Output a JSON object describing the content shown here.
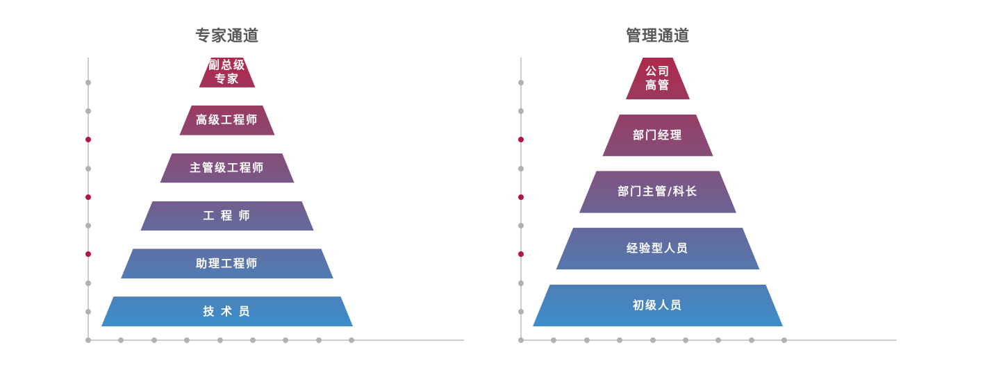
{
  "page": {
    "background": "#ffffff",
    "description": "Dual career path pyramid diagram with decorative dotted axes"
  },
  "colors": {
    "pyramid_gradient_top": "#ae294b",
    "pyramid_gradient_bottom": "#3d8dc9",
    "axis_line": "#cdcdcd",
    "dot_gray": "#b1b1b1",
    "dot_red": "#b01748",
    "title_text": "#595757",
    "level_label_text": "#ffffff"
  },
  "axes": {
    "vertical_dot_count": 10,
    "horizontal_dot_count": 9,
    "red_dot_positions_from_top": [
      3,
      5,
      7
    ]
  },
  "charts": [
    {
      "title": "专家通道",
      "levels": [
        {
          "lines": [
            "副总级",
            "专家"
          ]
        },
        {
          "lines": [
            "高级工程师"
          ]
        },
        {
          "lines": [
            "主管级工程师"
          ]
        },
        {
          "lines": [
            "工 程 师"
          ]
        },
        {
          "lines": [
            "助理工程师"
          ]
        },
        {
          "lines": [
            "技 术 员"
          ]
        }
      ]
    },
    {
      "title": "管理通道",
      "levels": [
        {
          "lines": [
            "公司",
            "高管"
          ]
        },
        {
          "lines": [
            "部门经理"
          ]
        },
        {
          "lines": [
            "部门主管/科长"
          ]
        },
        {
          "lines": [
            "经验型人员"
          ]
        },
        {
          "lines": [
            "初级人员"
          ]
        }
      ]
    }
  ]
}
